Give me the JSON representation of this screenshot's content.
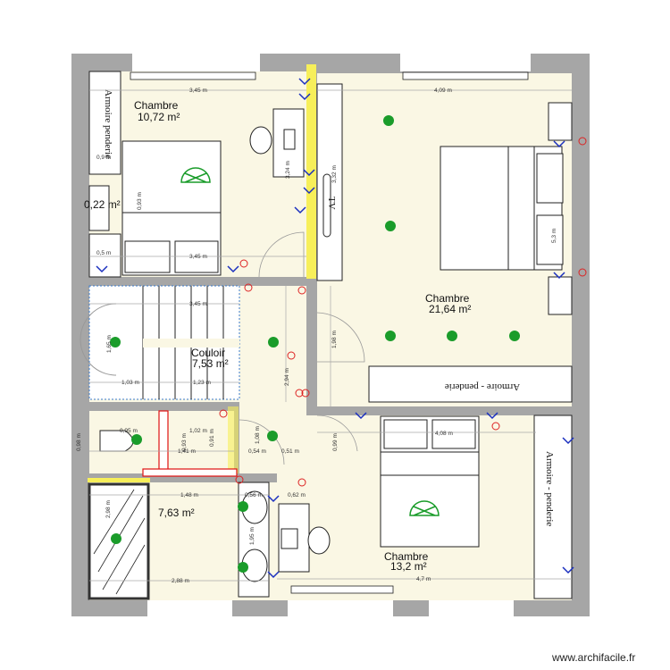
{
  "rooms": [
    {
      "name": "Chambre",
      "area": "10,72 m²"
    },
    {
      "name": "",
      "area": "0,22 m²"
    },
    {
      "name": "Chambre",
      "area": "21,64 m²"
    },
    {
      "name": "Couloir",
      "area": "7,53 m²"
    },
    {
      "name": "",
      "area": "7,63 m²"
    },
    {
      "name": "Chambre",
      "area": "13,2 m²"
    }
  ],
  "dimensions": [
    "3,45 m",
    "4,09 m",
    "0,9 m",
    "0,93 m",
    "3,24 m",
    "3,32 m",
    "3,45 m",
    "0,5 m",
    "3,45 m",
    "1,65 m",
    "1,03 m",
    "1,23 m",
    "2,94 m",
    "1,98 m",
    "5,3 m",
    "0,98 m",
    "0,95 m",
    "1,02 m",
    "0,93 m",
    "0,91 m",
    "1,41 m",
    "1,08 m",
    "0,54 m",
    "0,51 m",
    "0,99 m",
    "4,08 m",
    "1,48 m",
    "0,56 m",
    "0,62 m",
    "2,98 m",
    "1,95 m",
    "2,88 m",
    "4,7 m"
  ],
  "furniture": {
    "wardrobe_left": "Armoire penderie",
    "wardrobe_right_top": "Armoire - penderie",
    "wardrobe_right_bottom": "Armoire - penderie",
    "tv": "TV"
  },
  "watermark": "www.archifacile.fr",
  "colors": {
    "wall": "#a6a6a6",
    "floor": "#faf7e4",
    "outlet": "#1a2fbf",
    "light": "#1a9c2a",
    "switch": "#d22",
    "yellow": "#f7ef5a"
  }
}
